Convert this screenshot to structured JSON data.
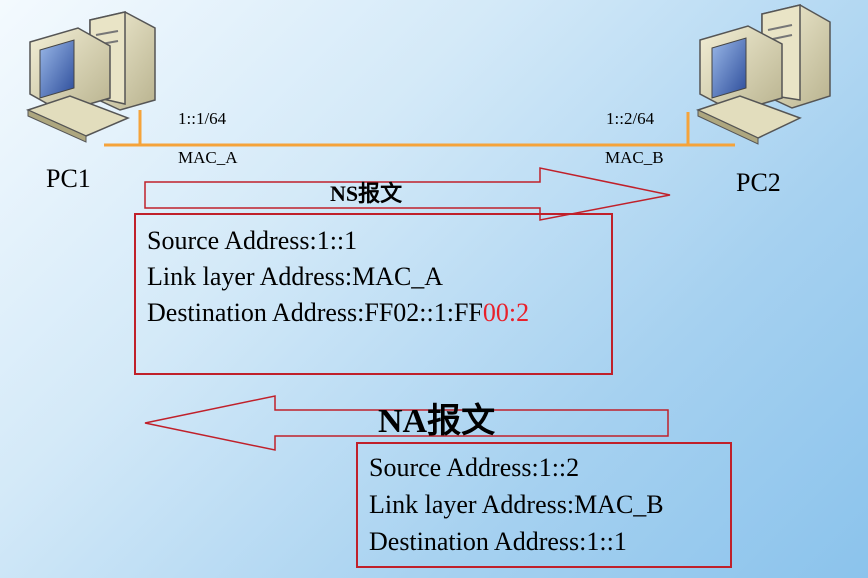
{
  "pc1": {
    "name": "PC1",
    "ipv6": "1::1/64",
    "mac": "MAC_A"
  },
  "pc2": {
    "name": "PC2",
    "ipv6": "1::2/64",
    "mac": "MAC_B"
  },
  "ns": {
    "title": "NS报文",
    "source": "Source Address:1::1",
    "link": "Link layer Address:MAC_A",
    "dest_prefix": "Destination Address:FF02::1:FF",
    "dest_highlight": "00:2"
  },
  "na": {
    "title": "NA报文",
    "source": "Source Address:1::2",
    "link": "Link layer Address:MAC_B",
    "dest": "Destination Address:1::1"
  },
  "colors": {
    "link_line": "#f5a33a",
    "box_border": "#c0202a",
    "highlight": "#e8212b"
  }
}
